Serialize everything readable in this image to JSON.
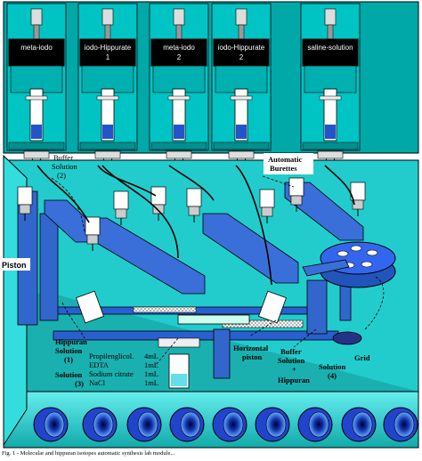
{
  "syringes": [
    {
      "label": "meta-iodo",
      "index": ""
    },
    {
      "label": "iodo-Hippurate",
      "index": "1"
    },
    {
      "label": "meta-iodo",
      "index": "2"
    },
    {
      "label": "iodo-Hippurate",
      "index": "2"
    },
    {
      "label": "saline-solution",
      "index": ""
    }
  ],
  "labels": {
    "buffer_solution_top_1": "Buffer",
    "buffer_solution_top_2": "Solution",
    "buffer_solution_top_3": "(2)",
    "automatic_burettes_1": "Automatic",
    "automatic_burettes_2": "Burettes",
    "piston": "Piston",
    "hippuran_solution_1": "Hippuran",
    "hippuran_solution_2": "Solution",
    "hippuran_solution_3": "(1)",
    "solution_3_1": "Solution",
    "solution_3_2": "(3)",
    "horizontal_piston_1": "Horizontal",
    "horizontal_piston_2": "piston",
    "buffer_solution_right_1": "Buffer",
    "buffer_solution_right_2": "Solution",
    "plus": "+",
    "hippuran_right": "Hippuran",
    "solution_4_1": "Solution",
    "solution_4_2": "(4)",
    "grid": "Grid"
  },
  "composition": [
    {
      "name": "Propilenglicol.",
      "amount": "4mL"
    },
    {
      "name": "EDTA",
      "amount": "1mL"
    },
    {
      "name": "Sodium citrate",
      "amount": "1mL"
    },
    {
      "name": "NaCl",
      "amount": "1mL"
    }
  ],
  "caption": "Fig. 1 - Molecular and hippuran isotopes automatic synthesis lab module...",
  "colors": {
    "frame_cyan": "#00cccc",
    "panel_teal": "#009999",
    "burette_blue": "#2255cc",
    "arm_blue": "#3366cc",
    "base_cyan": "#33dddd",
    "wheel_blue": "#3366ee"
  }
}
